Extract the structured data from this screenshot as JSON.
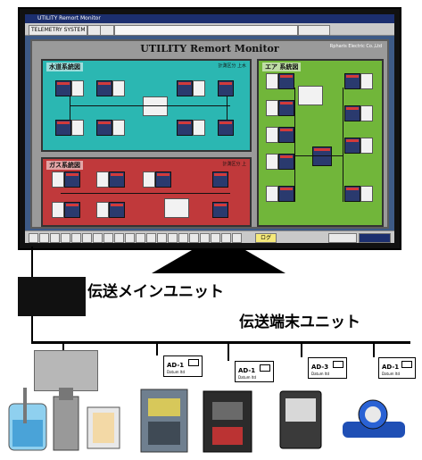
{
  "screen": {
    "window_title": "UTILITY  Remort Monitor",
    "toolbar_text": "TELEMETRY SYSTEM",
    "app_title": "UTILITY  Remort Monitor",
    "app_subtitle": "Rpharis Electric Co.,Ltd",
    "panels": {
      "water": {
        "title": "水道系統図",
        "tag": "計測区分 上水"
      },
      "gas": {
        "title": "ガス系統図",
        "tag": "計測区分 上"
      },
      "air": {
        "title": "エア 系統図",
        "tag": ""
      }
    },
    "bottom_button": "ログ"
  },
  "labels": {
    "main_unit": "伝送メインユニット",
    "terminal_unit": "伝送端末ユニット"
  },
  "terminals": [
    {
      "name": "AD-1",
      "sub": "Datum ltd"
    },
    {
      "name": "AD-1",
      "sub": "Datum ltd"
    },
    {
      "name": "AD-3",
      "sub": "Datum ltd"
    },
    {
      "name": "AD-1",
      "sub": "Datum ltd"
    }
  ],
  "colors": {
    "water_panel": "#2bb7b2",
    "gas_panel": "#c0393b",
    "air_panel": "#71b63a",
    "screen_bg": "#3d5a86"
  }
}
